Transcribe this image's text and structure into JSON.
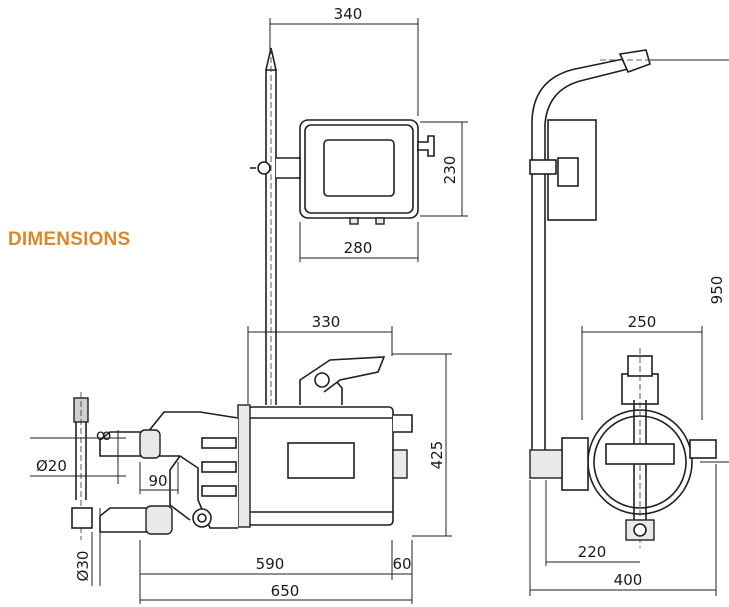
{
  "title": "DIMENSIONS",
  "dimensions": {
    "controller_width": "340",
    "controller_height": "230",
    "controller_base_width": "280",
    "gun_body_width": "330",
    "gun_height": "425",
    "arm_width": "90",
    "electrode_diameter_small": "Ø20",
    "electrode_diameter_large": "Ø30",
    "arm_length": "590",
    "tail_length": "60",
    "overall_length": "650",
    "overall_height": "950",
    "side_body_width": "250",
    "side_offset": "220",
    "side_overall_width": "400"
  }
}
